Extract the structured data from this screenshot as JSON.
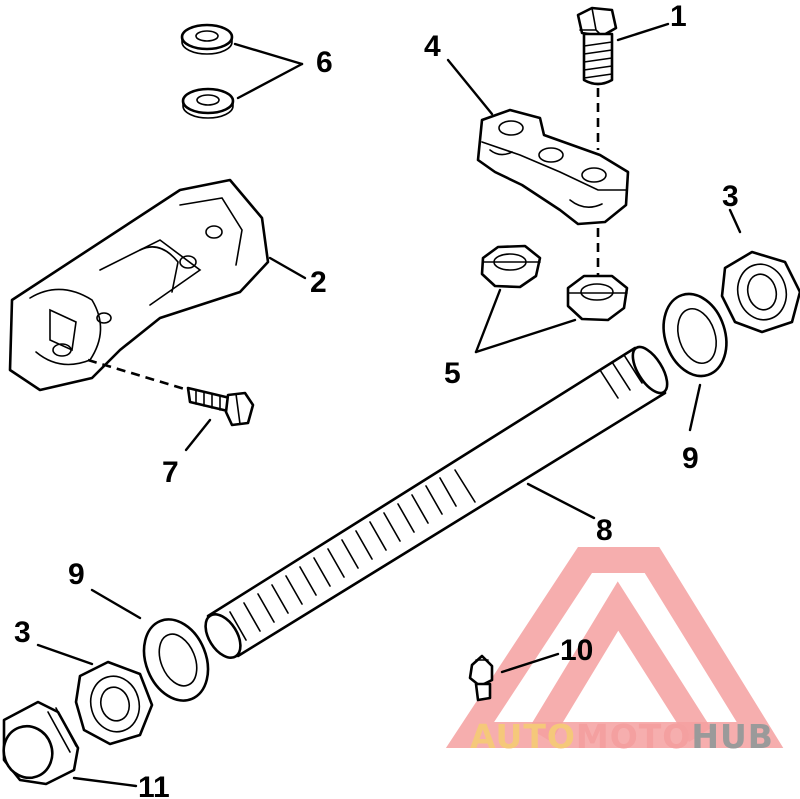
{
  "callouts": [
    {
      "id": "1",
      "label": "1"
    },
    {
      "id": "2",
      "label": "2"
    },
    {
      "id": "3a",
      "label": "3"
    },
    {
      "id": "3b",
      "label": "3"
    },
    {
      "id": "4",
      "label": "4"
    },
    {
      "id": "5",
      "label": "5"
    },
    {
      "id": "6",
      "label": "6"
    },
    {
      "id": "7",
      "label": "7"
    },
    {
      "id": "8",
      "label": "8"
    },
    {
      "id": "9a",
      "label": "9"
    },
    {
      "id": "9b",
      "label": "9"
    },
    {
      "id": "10",
      "label": "10"
    },
    {
      "id": "11",
      "label": "11"
    }
  ],
  "watermark": {
    "part1": "AUTO",
    "part2": "MOTO",
    "part3": "HUB",
    "color_auto": "#f5c87a",
    "color_moto": "#f4a0a0",
    "color_hub": "#9a9a9a"
  }
}
